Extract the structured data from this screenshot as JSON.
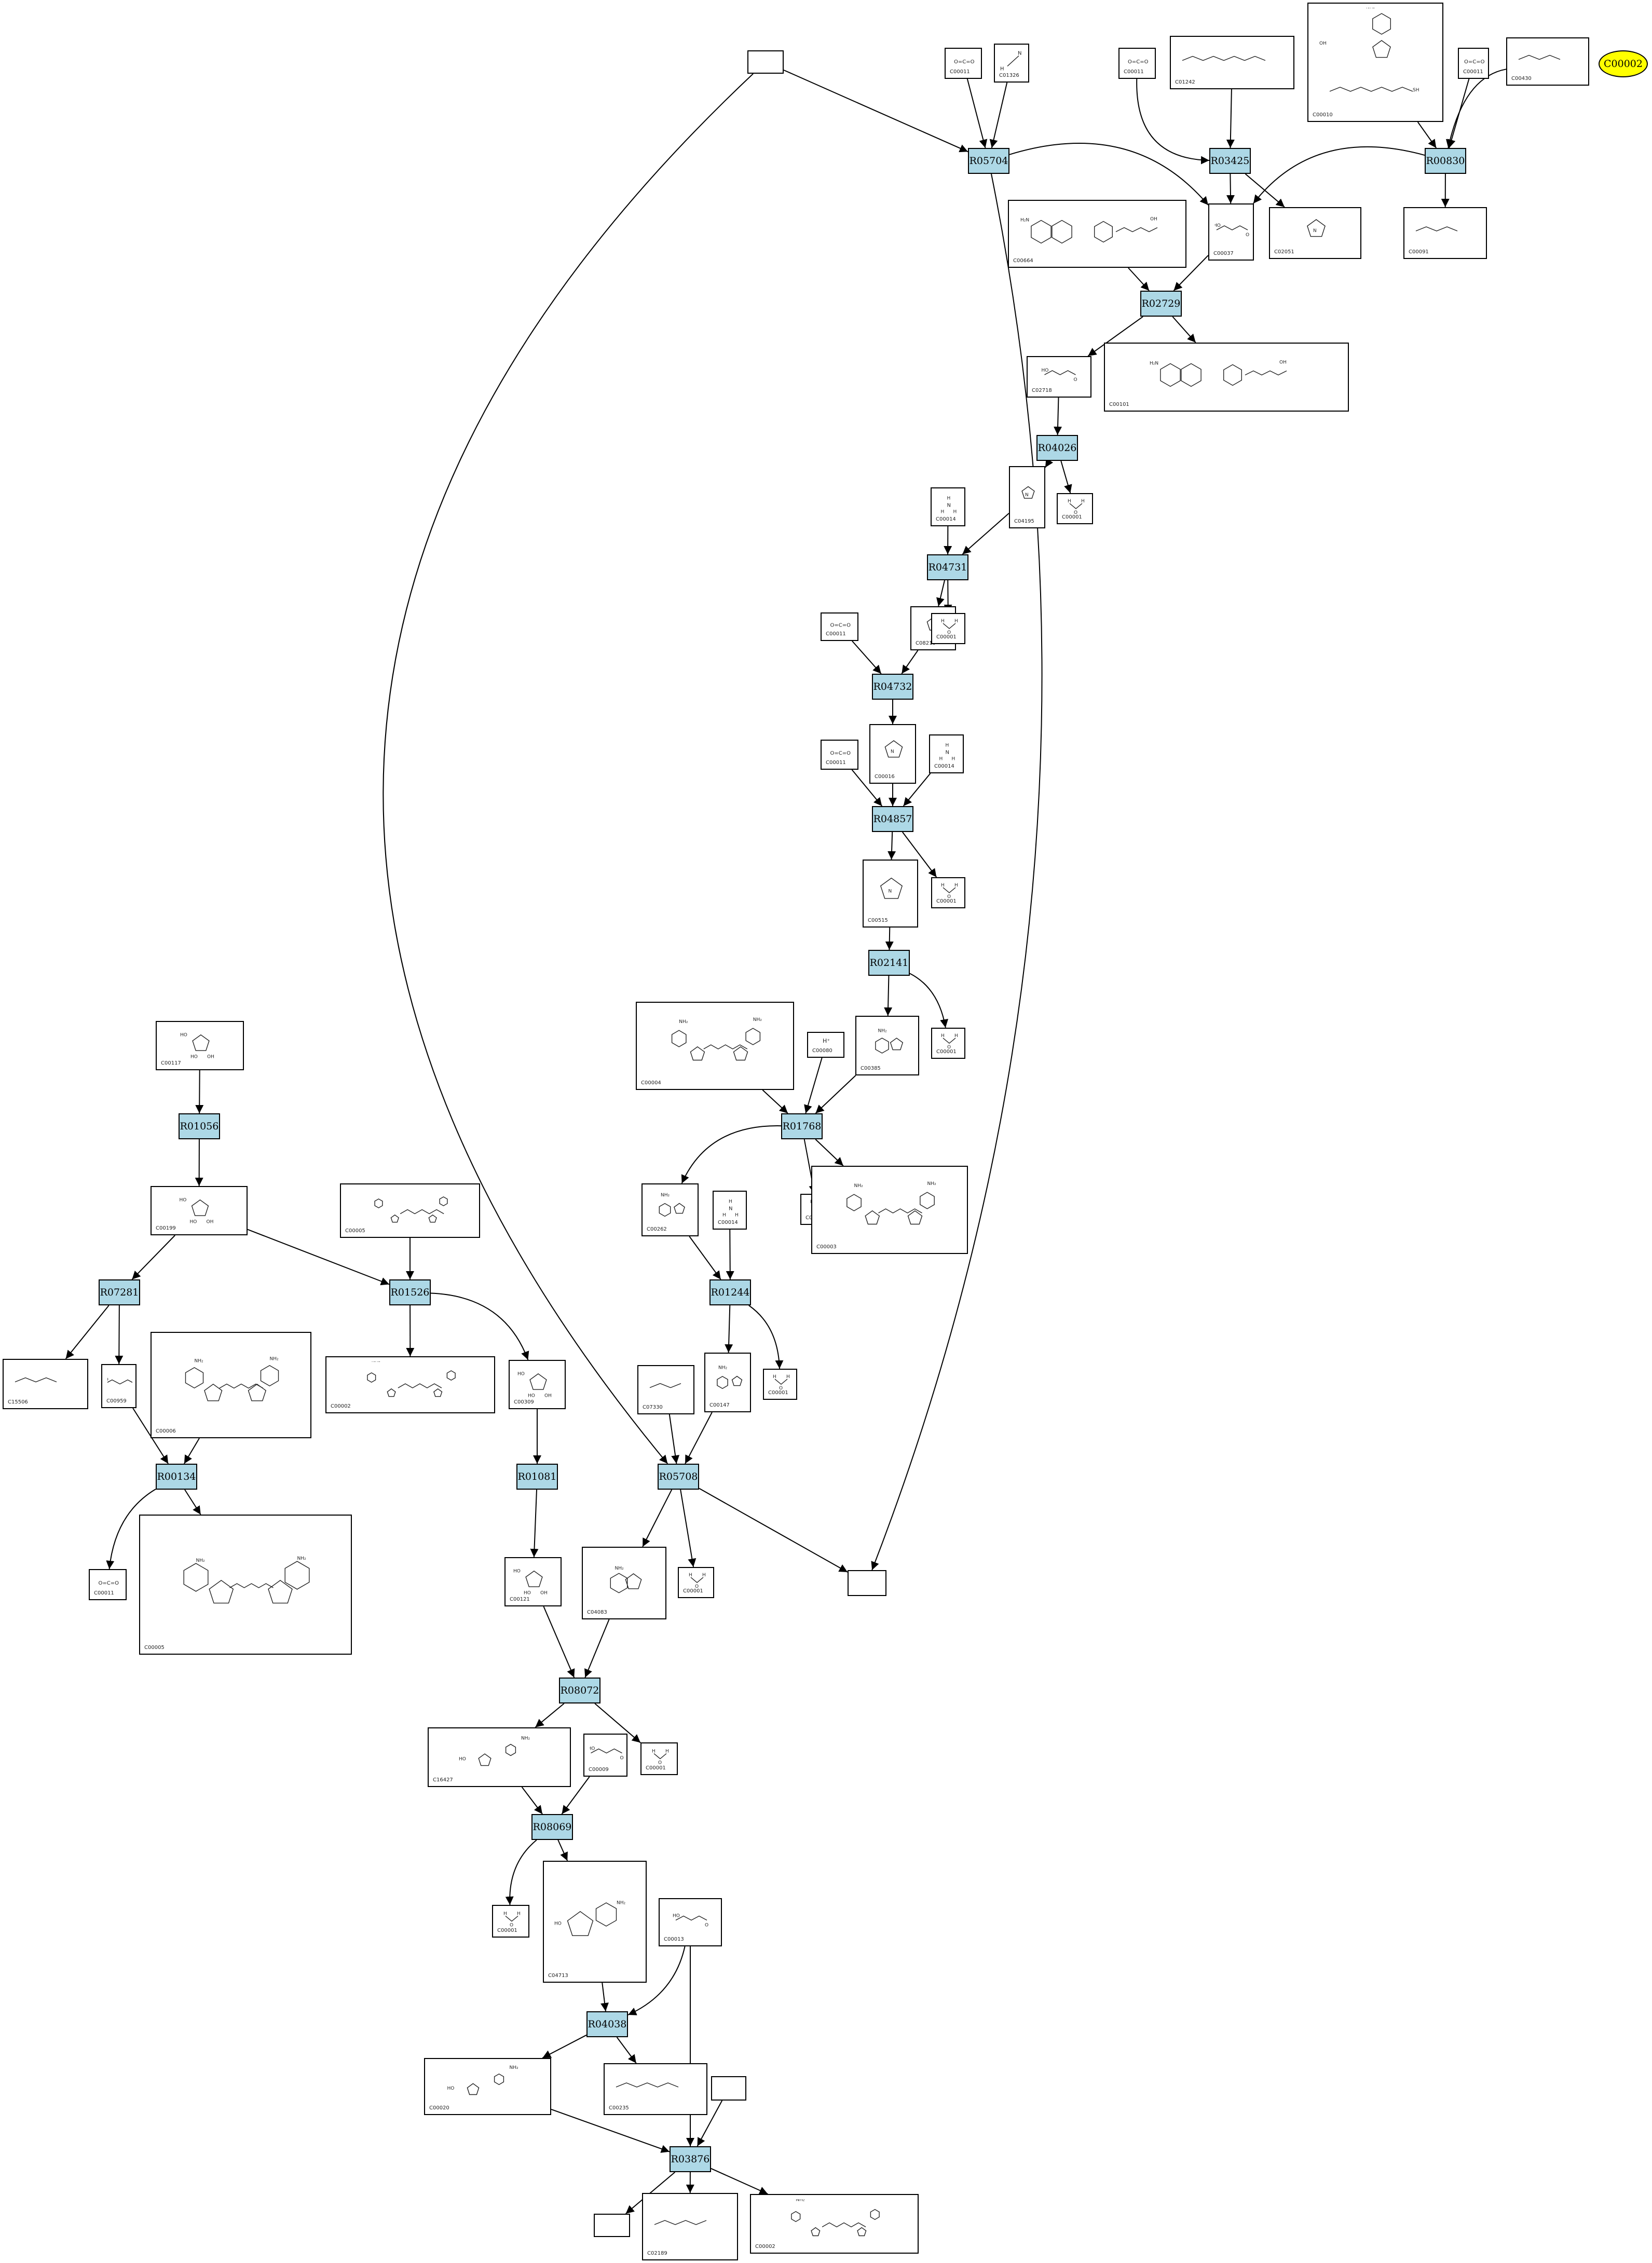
{
  "highlight": {
    "label": "C00002"
  },
  "reactions": [
    {
      "id": "R05704",
      "label": "R05704"
    },
    {
      "id": "R03425",
      "label": "R03425"
    },
    {
      "id": "R00830",
      "label": "R00830"
    },
    {
      "id": "R02729",
      "label": "R02729"
    },
    {
      "id": "R04026",
      "label": "R04026"
    },
    {
      "id": "R04731",
      "label": "R04731"
    },
    {
      "id": "R04732",
      "label": "R04732"
    },
    {
      "id": "R04857",
      "label": "R04857"
    },
    {
      "id": "R02141",
      "label": "R02141"
    },
    {
      "id": "R01768",
      "label": "R01768"
    },
    {
      "id": "R01056",
      "label": "R01056"
    },
    {
      "id": "R07281",
      "label": "R07281"
    },
    {
      "id": "R01526",
      "label": "R01526"
    },
    {
      "id": "R01244",
      "label": "R01244"
    },
    {
      "id": "R00134",
      "label": "R00134"
    },
    {
      "id": "R01081",
      "label": "R01081"
    },
    {
      "id": "R05708",
      "label": "R05708"
    },
    {
      "id": "R08072",
      "label": "R08072"
    },
    {
      "id": "R08069",
      "label": "R08069"
    },
    {
      "id": "R04038",
      "label": "R04038"
    },
    {
      "id": "R03876",
      "label": "R03876"
    }
  ],
  "compounds": [
    {
      "id": "blank_top",
      "label": ""
    },
    {
      "id": "c_C00011_a",
      "label": "C00011"
    },
    {
      "id": "c_C01326",
      "label": "C01326"
    },
    {
      "id": "c_C00011_b",
      "label": "C00011"
    },
    {
      "id": "c_C01242",
      "label": "C01242"
    },
    {
      "id": "c_C00010",
      "label": "C00010"
    },
    {
      "id": "c_C00011_c",
      "label": "C00011"
    },
    {
      "id": "c_C00430",
      "label": "C00430"
    },
    {
      "id": "c_C00664",
      "label": "C00664"
    },
    {
      "id": "c_C00037",
      "label": "C00037"
    },
    {
      "id": "c_C02051",
      "label": "C02051"
    },
    {
      "id": "c_C00091",
      "label": "C00091"
    },
    {
      "id": "c_C02718",
      "label": "C02718"
    },
    {
      "id": "c_C00101",
      "label": "C00101"
    },
    {
      "id": "c_C00014_a",
      "label": "C00014"
    },
    {
      "id": "c_C04195",
      "label": "C04195"
    },
    {
      "id": "c_C00001_a",
      "label": "C00001"
    },
    {
      "id": "c_C00011_d",
      "label": "C00011"
    },
    {
      "id": "c_C08210",
      "label": "C08210"
    },
    {
      "id": "c_C00001_b",
      "label": "C00001"
    },
    {
      "id": "c_C00011_e",
      "label": "C00011"
    },
    {
      "id": "c_C00016",
      "label": "C00016"
    },
    {
      "id": "c_C00014_b",
      "label": "C00014"
    },
    {
      "id": "c_C00515",
      "label": "C00515"
    },
    {
      "id": "c_C00001_c",
      "label": "C00001"
    },
    {
      "id": "c_C00004",
      "label": "C00004"
    },
    {
      "id": "c_C00080",
      "label": "C00080"
    },
    {
      "id": "c_C00385",
      "label": "C00385"
    },
    {
      "id": "c_C00001_d",
      "label": "C00001"
    },
    {
      "id": "c_C00117",
      "label": "C00117"
    },
    {
      "id": "c_C00262",
      "label": "C00262"
    },
    {
      "id": "c_C00014_c",
      "label": "C00014"
    },
    {
      "id": "c_C00001_e",
      "label": "C00001"
    },
    {
      "id": "c_C00003",
      "label": "C00003"
    },
    {
      "id": "c_C00199",
      "label": "C00199"
    },
    {
      "id": "c_C00005",
      "label": "C00005"
    },
    {
      "id": "c_C15506",
      "label": "C15506"
    },
    {
      "id": "c_C00959",
      "label": "C00959"
    },
    {
      "id": "c_C00006",
      "label": "C00006"
    },
    {
      "id": "c_C00002",
      "label": "C00002"
    },
    {
      "id": "c_C00309",
      "label": "C00309"
    },
    {
      "id": "c_C07330",
      "label": "C07330"
    },
    {
      "id": "c_C00147",
      "label": "C00147"
    },
    {
      "id": "c_C00001_f",
      "label": "C00001"
    },
    {
      "id": "c_C00011_f",
      "label": "C00011"
    },
    {
      "id": "c_C00005_b",
      "label": "C00005"
    },
    {
      "id": "c_C00121",
      "label": "C00121"
    },
    {
      "id": "c_C04083",
      "label": "C04083"
    },
    {
      "id": "c_C00001_g",
      "label": "C00001"
    },
    {
      "id": "blank_right",
      "label": ""
    },
    {
      "id": "c_C16427",
      "label": "C16427"
    },
    {
      "id": "c_C00009",
      "label": "C00009"
    },
    {
      "id": "c_C00001_h",
      "label": "C00001"
    },
    {
      "id": "c_C00001_i",
      "label": "C00001"
    },
    {
      "id": "c_C04713",
      "label": "C04713"
    },
    {
      "id": "c_C00013",
      "label": "C00013"
    },
    {
      "id": "c_C00020",
      "label": "C00020"
    },
    {
      "id": "c_C00235",
      "label": "C00235"
    },
    {
      "id": "blank_c",
      "label": ""
    },
    {
      "id": "blank_d",
      "label": ""
    },
    {
      "id": "c_C02189",
      "label": "C02189"
    },
    {
      "id": "c_C00002_b",
      "label": "C00002"
    }
  ]
}
